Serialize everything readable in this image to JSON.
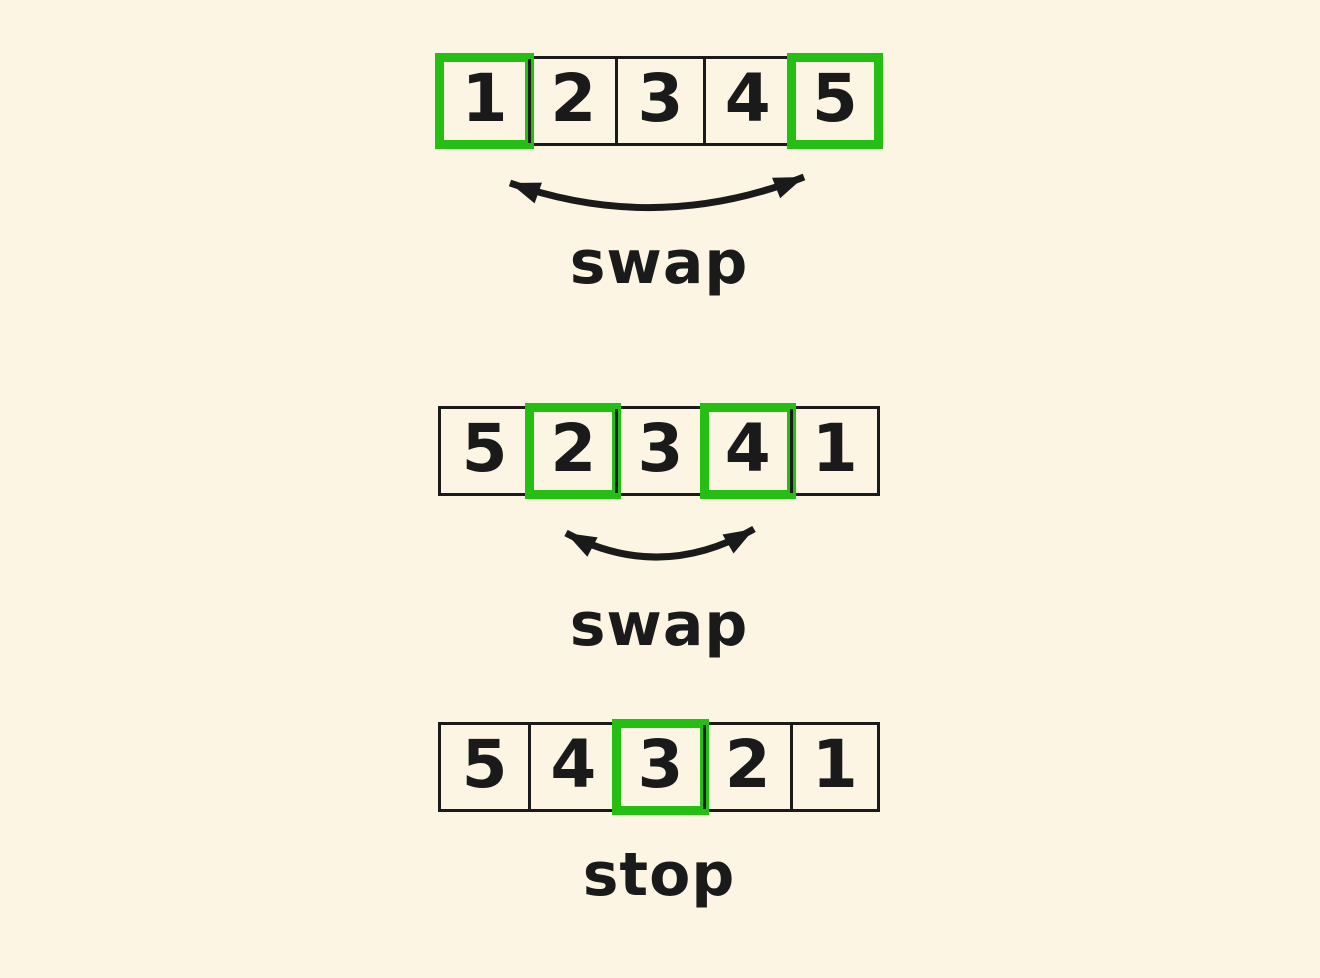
{
  "colors": {
    "background": "#fcf5e3",
    "highlight": "#25be12",
    "ink": "#1a1a1a"
  },
  "steps": [
    {
      "values": [
        "1",
        "2",
        "3",
        "4",
        "5"
      ],
      "highlighted_indices": [
        0,
        4
      ],
      "caption": "swap"
    },
    {
      "values": [
        "5",
        "2",
        "3",
        "4",
        "1"
      ],
      "highlighted_indices": [
        1,
        3
      ],
      "caption": "swap"
    },
    {
      "values": [
        "5",
        "4",
        "3",
        "2",
        "1"
      ],
      "highlighted_indices": [
        2
      ],
      "caption": "stop"
    }
  ]
}
